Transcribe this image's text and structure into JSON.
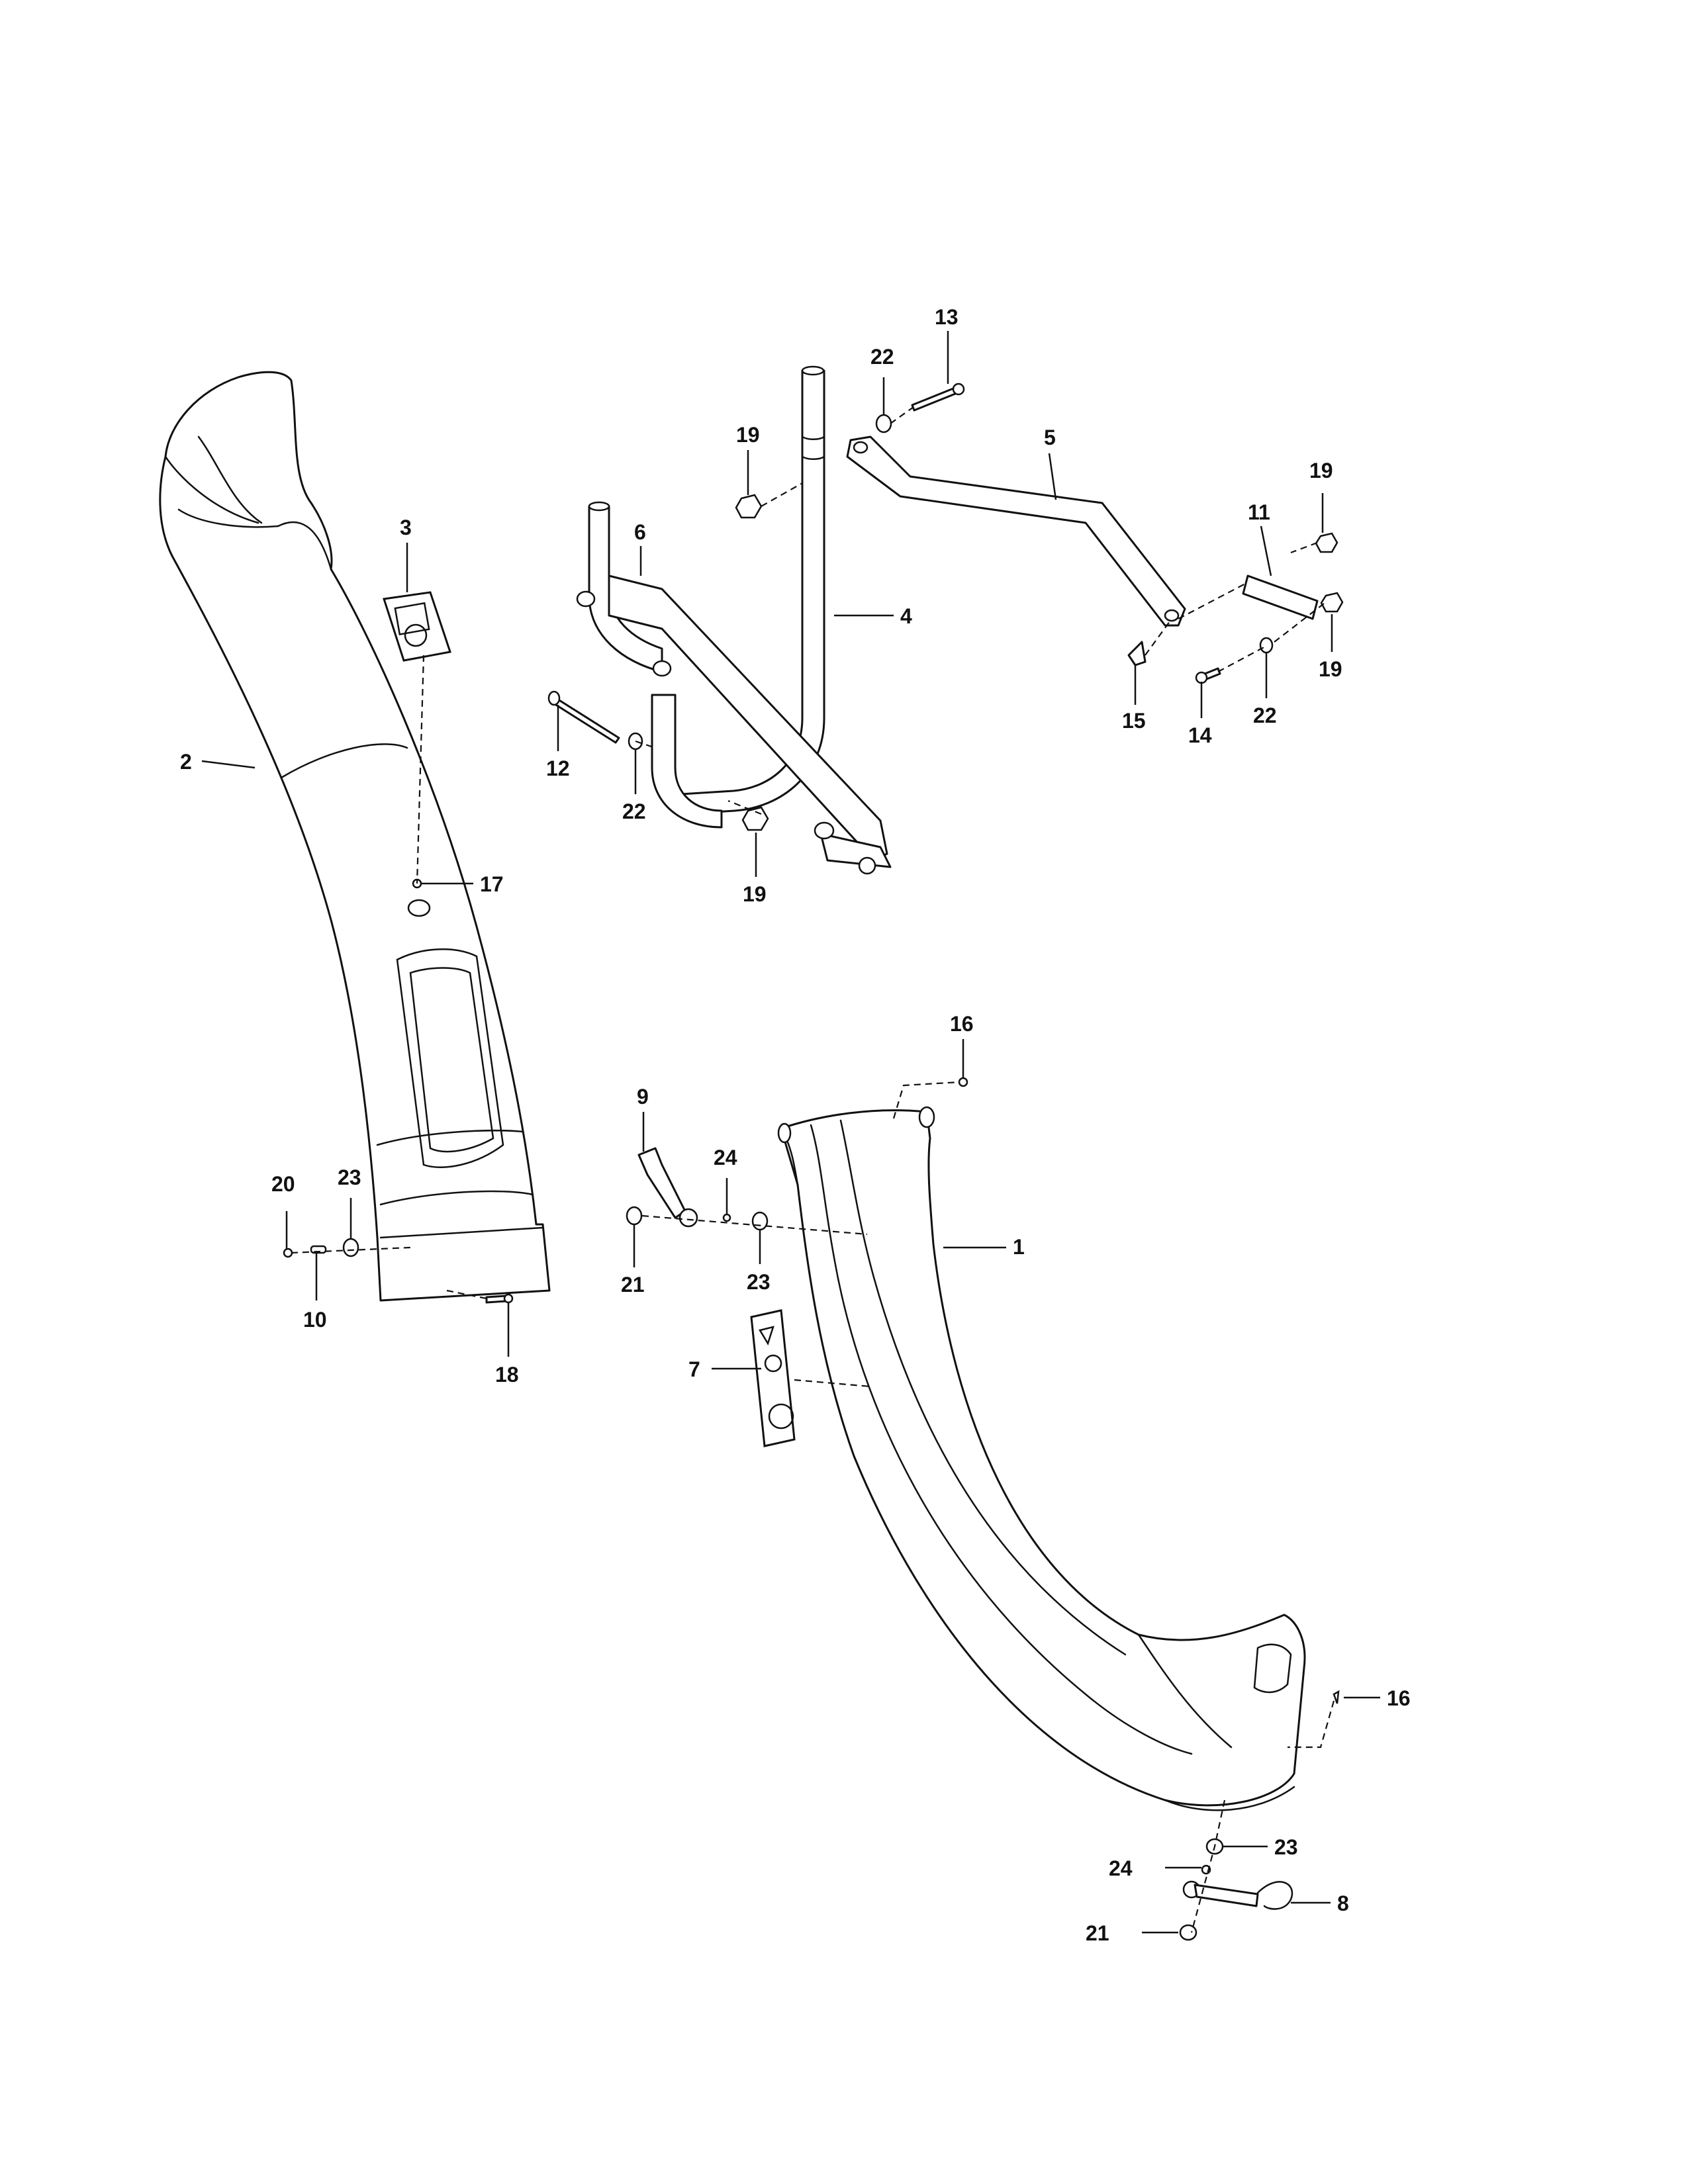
{
  "callouts": {
    "p1": "1",
    "p2": "2",
    "p3": "3",
    "p4": "4",
    "p5": "5",
    "p6": "6",
    "p7": "7",
    "p8": "8",
    "p9": "9",
    "p10": "10",
    "p11": "11",
    "p12": "12",
    "p13": "13",
    "p14": "14",
    "p15": "15",
    "p16a": "16",
    "p16b": "16",
    "p17": "17",
    "p18": "18",
    "p19a": "19",
    "p19b": "19",
    "p19c": "19",
    "p19d": "19",
    "p20": "20",
    "p21a": "21",
    "p21b": "21",
    "p22a": "22",
    "p22b": "22",
    "p22c": "22",
    "p23a": "23",
    "p23b": "23",
    "p23c": "23",
    "p24a": "24",
    "p24b": "24"
  }
}
